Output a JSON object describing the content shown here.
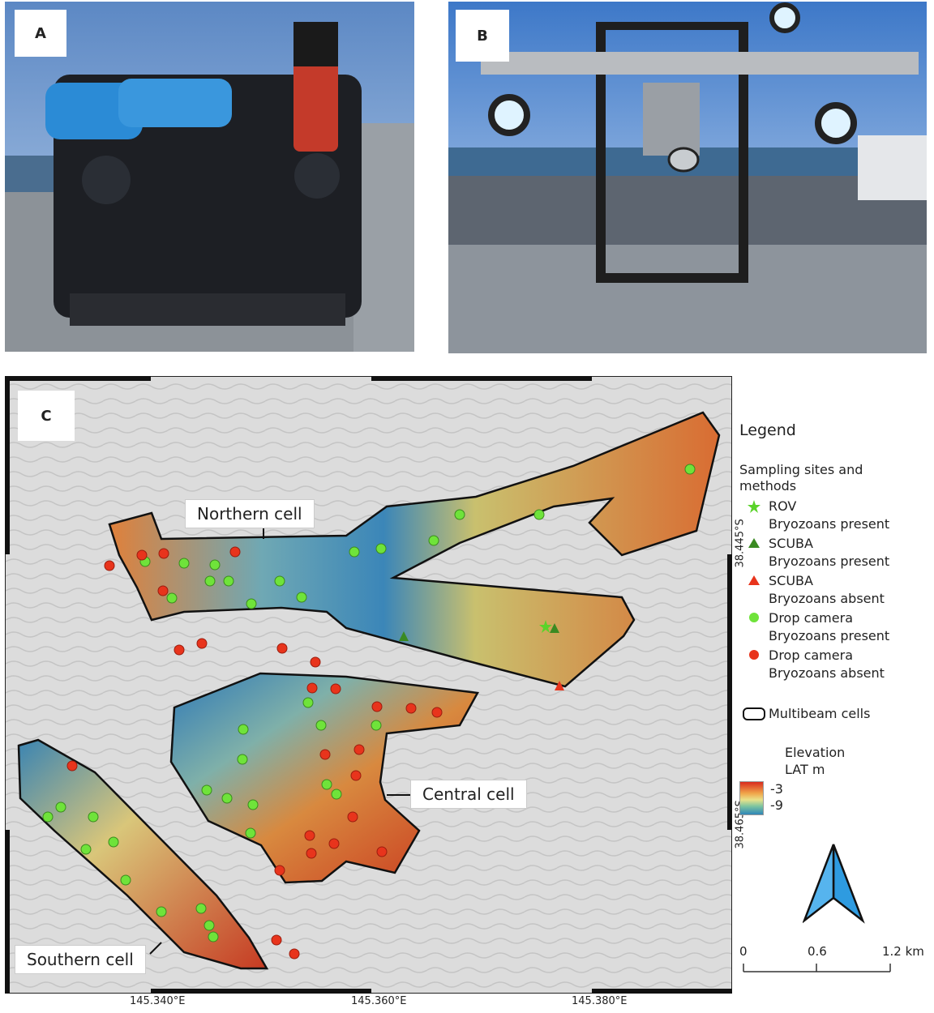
{
  "panels": {
    "a_label": "A",
    "b_label": "B",
    "c_label": "C"
  },
  "map": {
    "cells": {
      "northern": "Northern cell",
      "central": "Central cell",
      "southern": "Southern cell"
    },
    "lat_labels": [
      "38.445°S",
      "38.465°S"
    ],
    "lon_labels": [
      "145.340°E",
      "145.360°E",
      "145.380°E"
    ]
  },
  "legend": {
    "title": "Legend",
    "subtitle": "Sampling sites and methods",
    "items": [
      {
        "line1": "ROV",
        "line2": "Bryozoans present",
        "symbol": "star",
        "color": "#5ad32a"
      },
      {
        "line1": "SCUBA",
        "line2": "Bryozoans present",
        "symbol": "triangle",
        "color": "#3a8a22"
      },
      {
        "line1": "SCUBA",
        "line2": "Bryozoans absent",
        "symbol": "triangle",
        "color": "#e8341c"
      },
      {
        "line1": "Drop camera",
        "line2": "Bryozoans present",
        "symbol": "circle",
        "color": "#6fe33a"
      },
      {
        "line1": "Drop camera",
        "line2": "Bryozoans absent",
        "symbol": "circle",
        "color": "#e8341c"
      }
    ],
    "multibeam": "Multibeam cells",
    "elevation_title": "Elevation",
    "elevation_unit": "LAT m",
    "elevation_max": "-3",
    "elevation_min": "-9"
  },
  "scale_bar": {
    "ticks": [
      "0",
      "0.6",
      "1.2 km"
    ]
  },
  "colors": {
    "present": "#6fe33a",
    "absent": "#e8341c",
    "scuba_present": "#3a8a22",
    "relief": "#d6d6d6"
  },
  "icons": [
    "north-arrow-icon"
  ]
}
